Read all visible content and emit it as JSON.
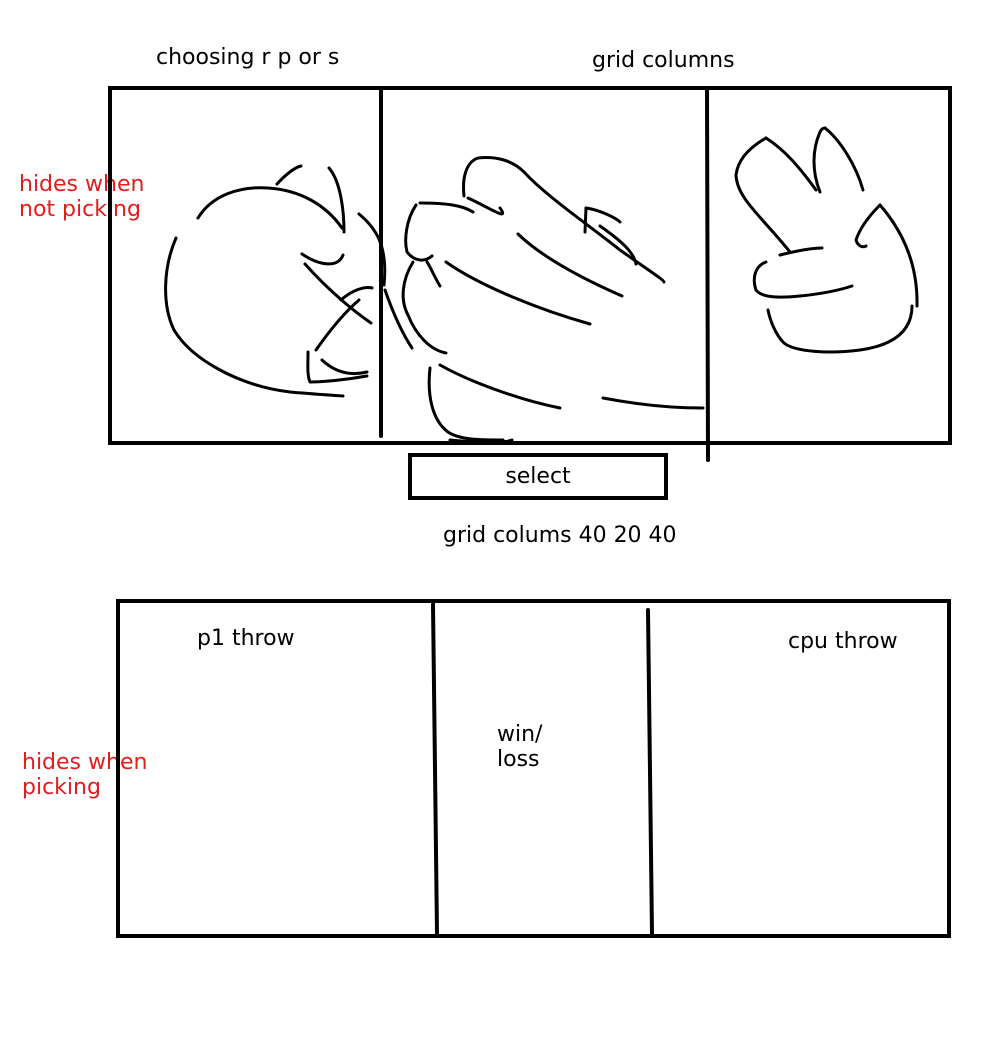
{
  "top_section": {
    "title_left": "choosing r p or s",
    "title_right": "grid columns",
    "side_note": "hides when\nnot picking",
    "select_button_label": "select",
    "grid_note": "grid colums 40 20 40",
    "cells": [
      {
        "name": "rock",
        "icon": "rock-fist-icon"
      },
      {
        "name": "paper",
        "icon": "paper-hand-icon"
      },
      {
        "name": "scissors",
        "icon": "scissors-hand-icon"
      }
    ]
  },
  "bottom_section": {
    "side_note": "hides when\npicking",
    "p1_label": "p1 throw",
    "result_label": "win/\nloss",
    "cpu_label": "cpu throw"
  },
  "colors": {
    "annotation": "#e31c1c",
    "ink": "#000000"
  }
}
